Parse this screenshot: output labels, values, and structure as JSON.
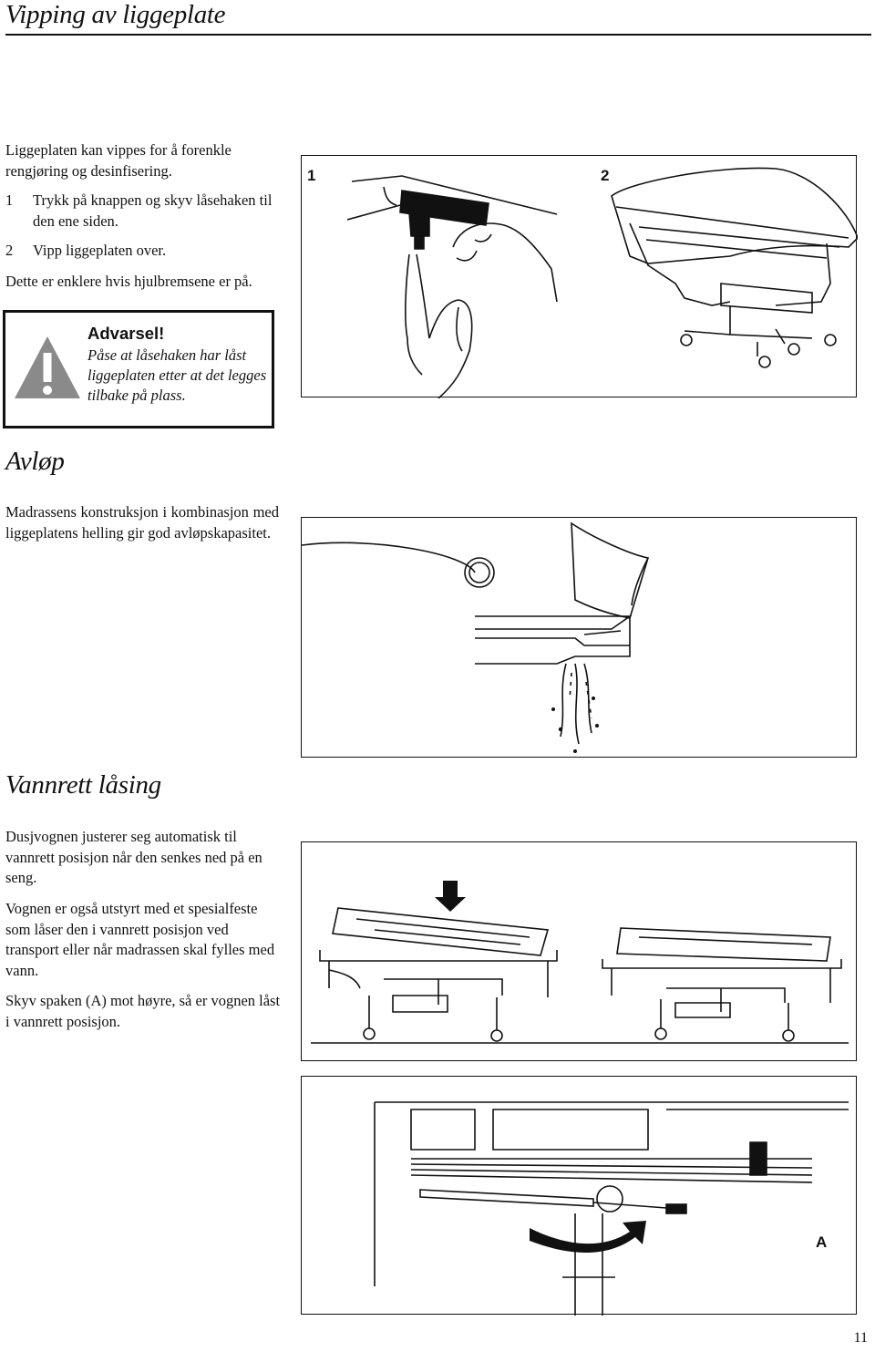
{
  "section1": {
    "title": "Vipping av liggeplate",
    "intro": "Liggeplaten kan vippes for å forenkle rengjøring og desinfisering.",
    "steps": [
      {
        "num": "1",
        "text": "Trykk på knappen og skyv låsehaken til den ene siden."
      },
      {
        "num": "2",
        "text": "Vipp liggeplaten over."
      }
    ],
    "note": "Dette er enklere hvis hjulbremsene er på.",
    "warning": {
      "heading": "Advarsel!",
      "text": "Påse at låsehaken har låst liggeplaten etter at det legges tilbake på plass."
    },
    "figure_labels": [
      "1",
      "2"
    ]
  },
  "section2": {
    "title": "Avløp",
    "text": "Madrassens konstruksjon i kombinasjon med liggeplatens helling gir god avløpskapasitet."
  },
  "section3": {
    "title": "Vannrett låsing",
    "paragraphs": [
      "Dusjvognen justerer seg automatisk til vannrett posisjon når den senkes ned på en seng.",
      "Vognen er også utstyrt med et spesialfeste som låser den i vannrett posisjon ved transport eller når madrassen skal fylles med vann.",
      "Skyv spaken (A) mot høyre, så er vognen låst i vannrett posisjon."
    ],
    "figure_label": "A"
  },
  "page_number": "11",
  "colors": {
    "ink": "#111111",
    "warning_triangle": "#8a8a8a",
    "paper": "#ffffff"
  }
}
